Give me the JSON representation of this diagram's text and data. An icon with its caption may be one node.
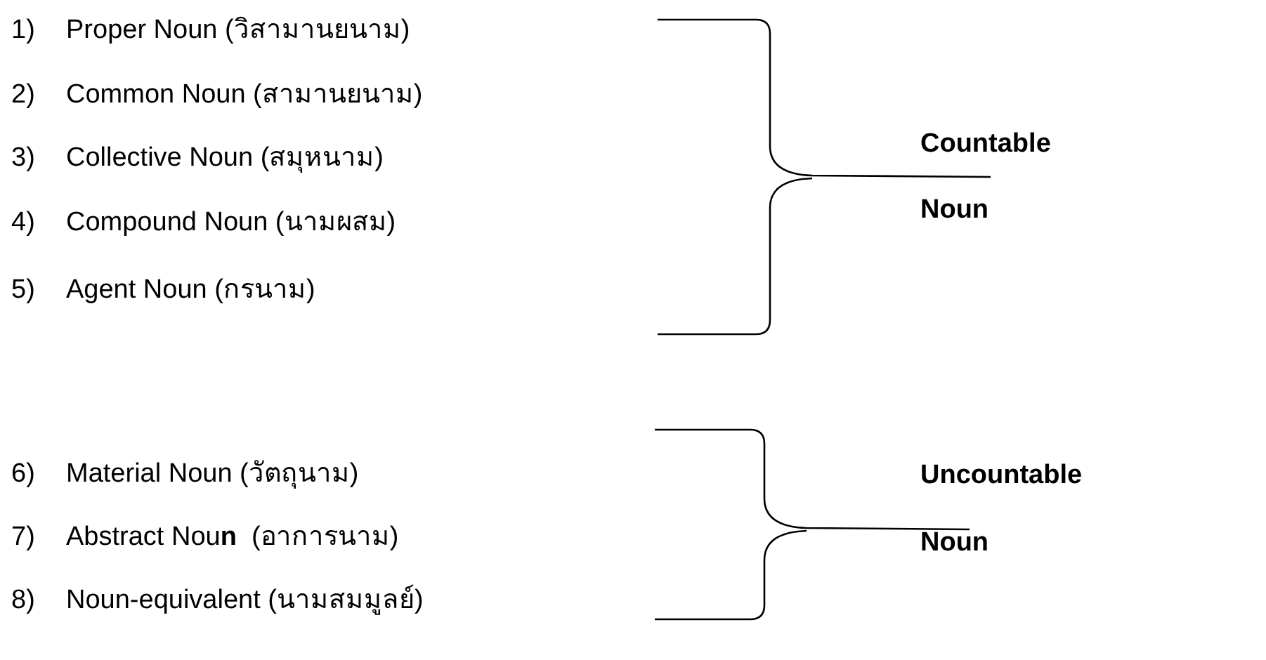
{
  "diagram": {
    "labels": [
      "1)",
      "Proper Noun (วิสามานยนาม)",
      "2)",
      "Common Noun (สามานยนาม)",
      "3)",
      "Collective Noun (สมุหนาม)",
      "4)",
      "Compound Noun (นามผสม)",
      "5)",
      "Agent Noun (กรนาม)",
      "Countable",
      "Noun",
      "6)",
      "Material Noun (วัตถุนาม)",
      "7)",
      "Abstract Nou**n**  (อาการนาม)",
      "8)",
      "Noun-equivalent (นามสมมูลย์)",
      "Uncountable",
      "Noun"
    ]
  }
}
